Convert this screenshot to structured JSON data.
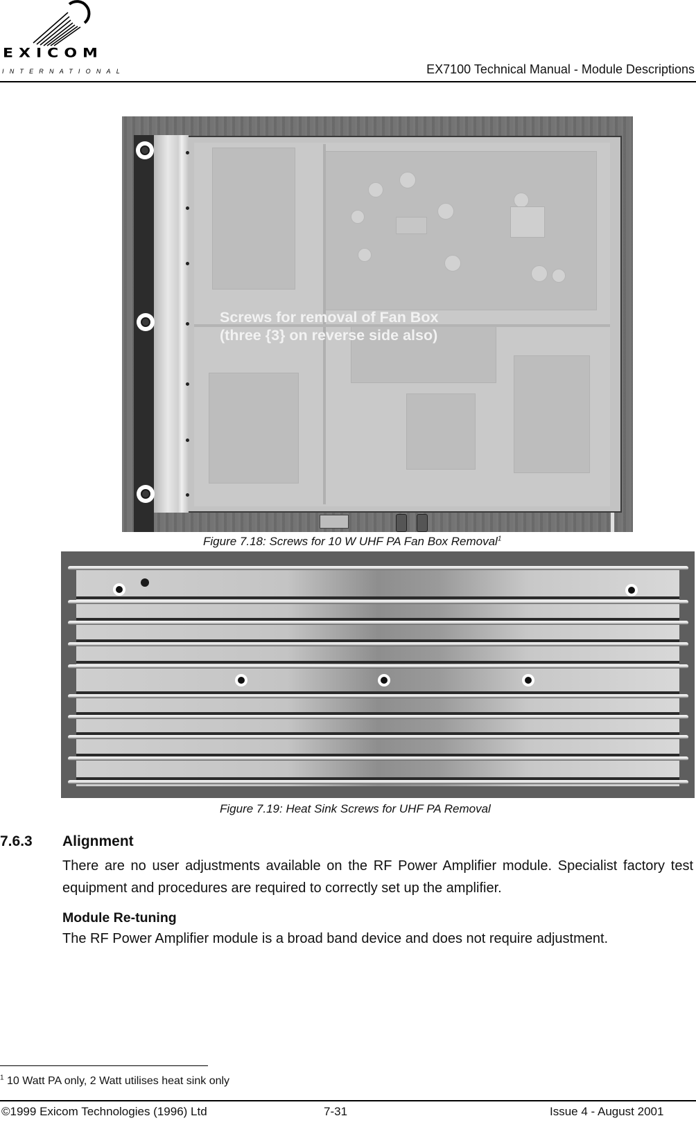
{
  "header": {
    "logo_wordmark": "EXICOM",
    "logo_subtitle": "INTERNATIONAL",
    "title": "EX7100 Technical Manual - Module Descriptions"
  },
  "figures": [
    {
      "id": "7.18",
      "caption": "Figure 7.18: Screws for 10 W UHF PA Fan Box Removal",
      "footnote_ref": "1",
      "annotation_line1": "Screws for removal of Fan Box",
      "annotation_line2": "(three {3} on reverse side also)",
      "highlighted_screws": 3
    },
    {
      "id": "7.19",
      "caption": "Figure 7.19: Heat Sink Screws for UHF PA Removal",
      "highlighted_screws": 5
    }
  ],
  "section": {
    "number": "7.6.3",
    "title": "Alignment",
    "paragraph": "There are no user adjustments available on the RF Power Amplifier module. Specialist factory test equipment and procedures are required to correctly set up the amplifier.",
    "subsection": {
      "title": "Module Re-tuning",
      "paragraph": "The RF Power Amplifier module is a broad band device and does not require adjustment."
    }
  },
  "footnote": {
    "marker": "1",
    "text": " 10 Watt PA only, 2 Watt utilises heat sink only"
  },
  "footer": {
    "copyright": "©1999 Exicom Technologies (1996) Ltd",
    "page_number": "7-31",
    "issue": "Issue 4 - August 2001"
  }
}
